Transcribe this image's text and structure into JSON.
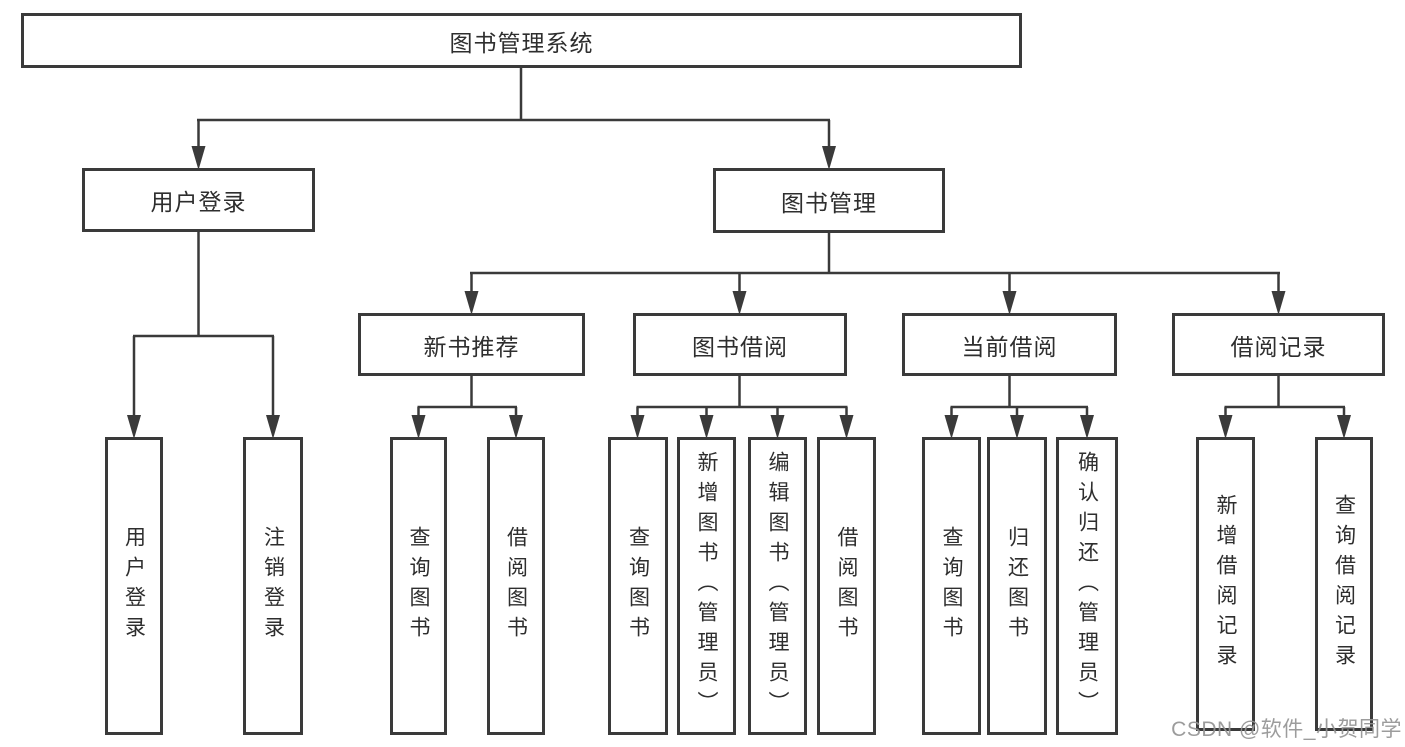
{
  "diagram_title": "图书管理系统",
  "tree": {
    "root": {
      "label": "图书管理系统"
    },
    "branches": [
      {
        "label": "用户登录",
        "children": [
          {
            "label": "用户登录"
          },
          {
            "label": "注销登录"
          }
        ]
      },
      {
        "label": "图书管理",
        "groups": [
          {
            "label": "新书推荐",
            "children": [
              {
                "label": "查询图书"
              },
              {
                "label": "借阅图书"
              }
            ]
          },
          {
            "label": "图书借阅",
            "children": [
              {
                "label": "查询图书"
              },
              {
                "label": "新增图书（管理员）"
              },
              {
                "label": "编辑图书（管理员）"
              },
              {
                "label": "借阅图书"
              }
            ]
          },
          {
            "label": "当前借阅",
            "children": [
              {
                "label": "查询图书"
              },
              {
                "label": "归还图书"
              },
              {
                "label": "确认归还（管理员）"
              }
            ]
          },
          {
            "label": "借阅记录",
            "children": [
              {
                "label": "新增借阅记录"
              },
              {
                "label": "查询借阅记录"
              }
            ]
          }
        ]
      }
    ]
  },
  "watermark": "CSDN @软件_小贺同学",
  "colors": {
    "background": "#ffffff",
    "box_border": "#3a3a3a",
    "connector_line": "#3a3a3a",
    "text": "#2e2e2e",
    "watermark_text": "#949494"
  }
}
